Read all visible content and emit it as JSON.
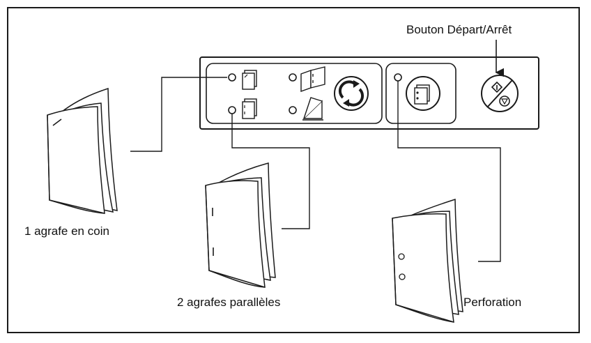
{
  "labels": {
    "start_stop": "Bouton Départ/Arrêt",
    "corner_staple": "1 agrafe en coin",
    "double_staple": "2 agrafes parallèles",
    "punch": "Perforation"
  },
  "colors": {
    "ink": "#1a1a1a",
    "paper": "#ffffff"
  },
  "icons": [
    "corner-staple-icon",
    "double-staple-icon",
    "booklet-fold-icon",
    "half-fold-icon",
    "cycle-arrows-icon",
    "punch-icon",
    "start-stop-icon"
  ]
}
